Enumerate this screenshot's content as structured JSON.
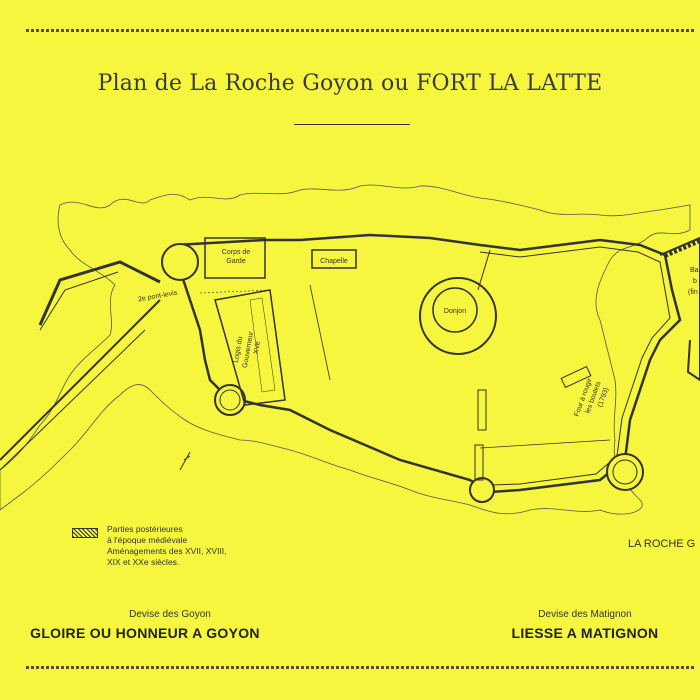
{
  "title": "Plan de La Roche Goyon ou FORT LA LATTE",
  "map_labels": {
    "corps_de_garde_1": "Corps de",
    "corps_de_garde_2": "Garde",
    "chapelle": "Chapelle",
    "donjon": "Donjon",
    "pont_levis": "2e pont-levis",
    "logis_1": "Logis du",
    "logis_2": "Gouverneur",
    "logis_3": "XVe",
    "four_1": "Four à rougir",
    "four_2": "les boulets",
    "four_3": "(1793)",
    "bastion_1": "Ba",
    "bastion_2": "b",
    "bastion_3": "(fin"
  },
  "legend": {
    "line1": "Parties postérieures",
    "line2": "à l'époque médiévale",
    "line3": "Aménagements des XVII, XVIII,",
    "line4": "XIX et XXe siècles."
  },
  "place_label": "LA ROCHE G",
  "devise_goyon": {
    "label": "Devise des Goyon",
    "motto": "GLOIRE OU HONNEUR A GOYON"
  },
  "devise_matignon": {
    "label": "Devise des Matignon",
    "motto": "LIESSE A MATIGNON"
  },
  "colors": {
    "background": "#f6f63e",
    "ink": "#333333",
    "border": "#5a4a30"
  }
}
